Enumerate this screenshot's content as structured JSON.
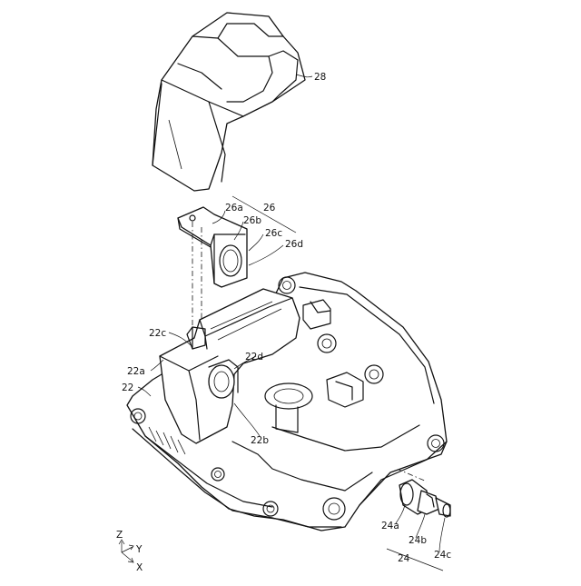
{
  "figure": {
    "labels": {
      "l28": "28",
      "l26": "26",
      "l26a": "26a",
      "l26b": "26b",
      "l26c": "26c",
      "l26d": "26d",
      "l22": "22",
      "l22a": "22a",
      "l22b": "22b",
      "l22c": "22c",
      "l22d": "22d",
      "l24": "24",
      "l24a": "24a",
      "l24b": "24b",
      "l24c": "24c"
    },
    "axes": {
      "z": "Z",
      "y": "Y",
      "x": "X"
    }
  }
}
